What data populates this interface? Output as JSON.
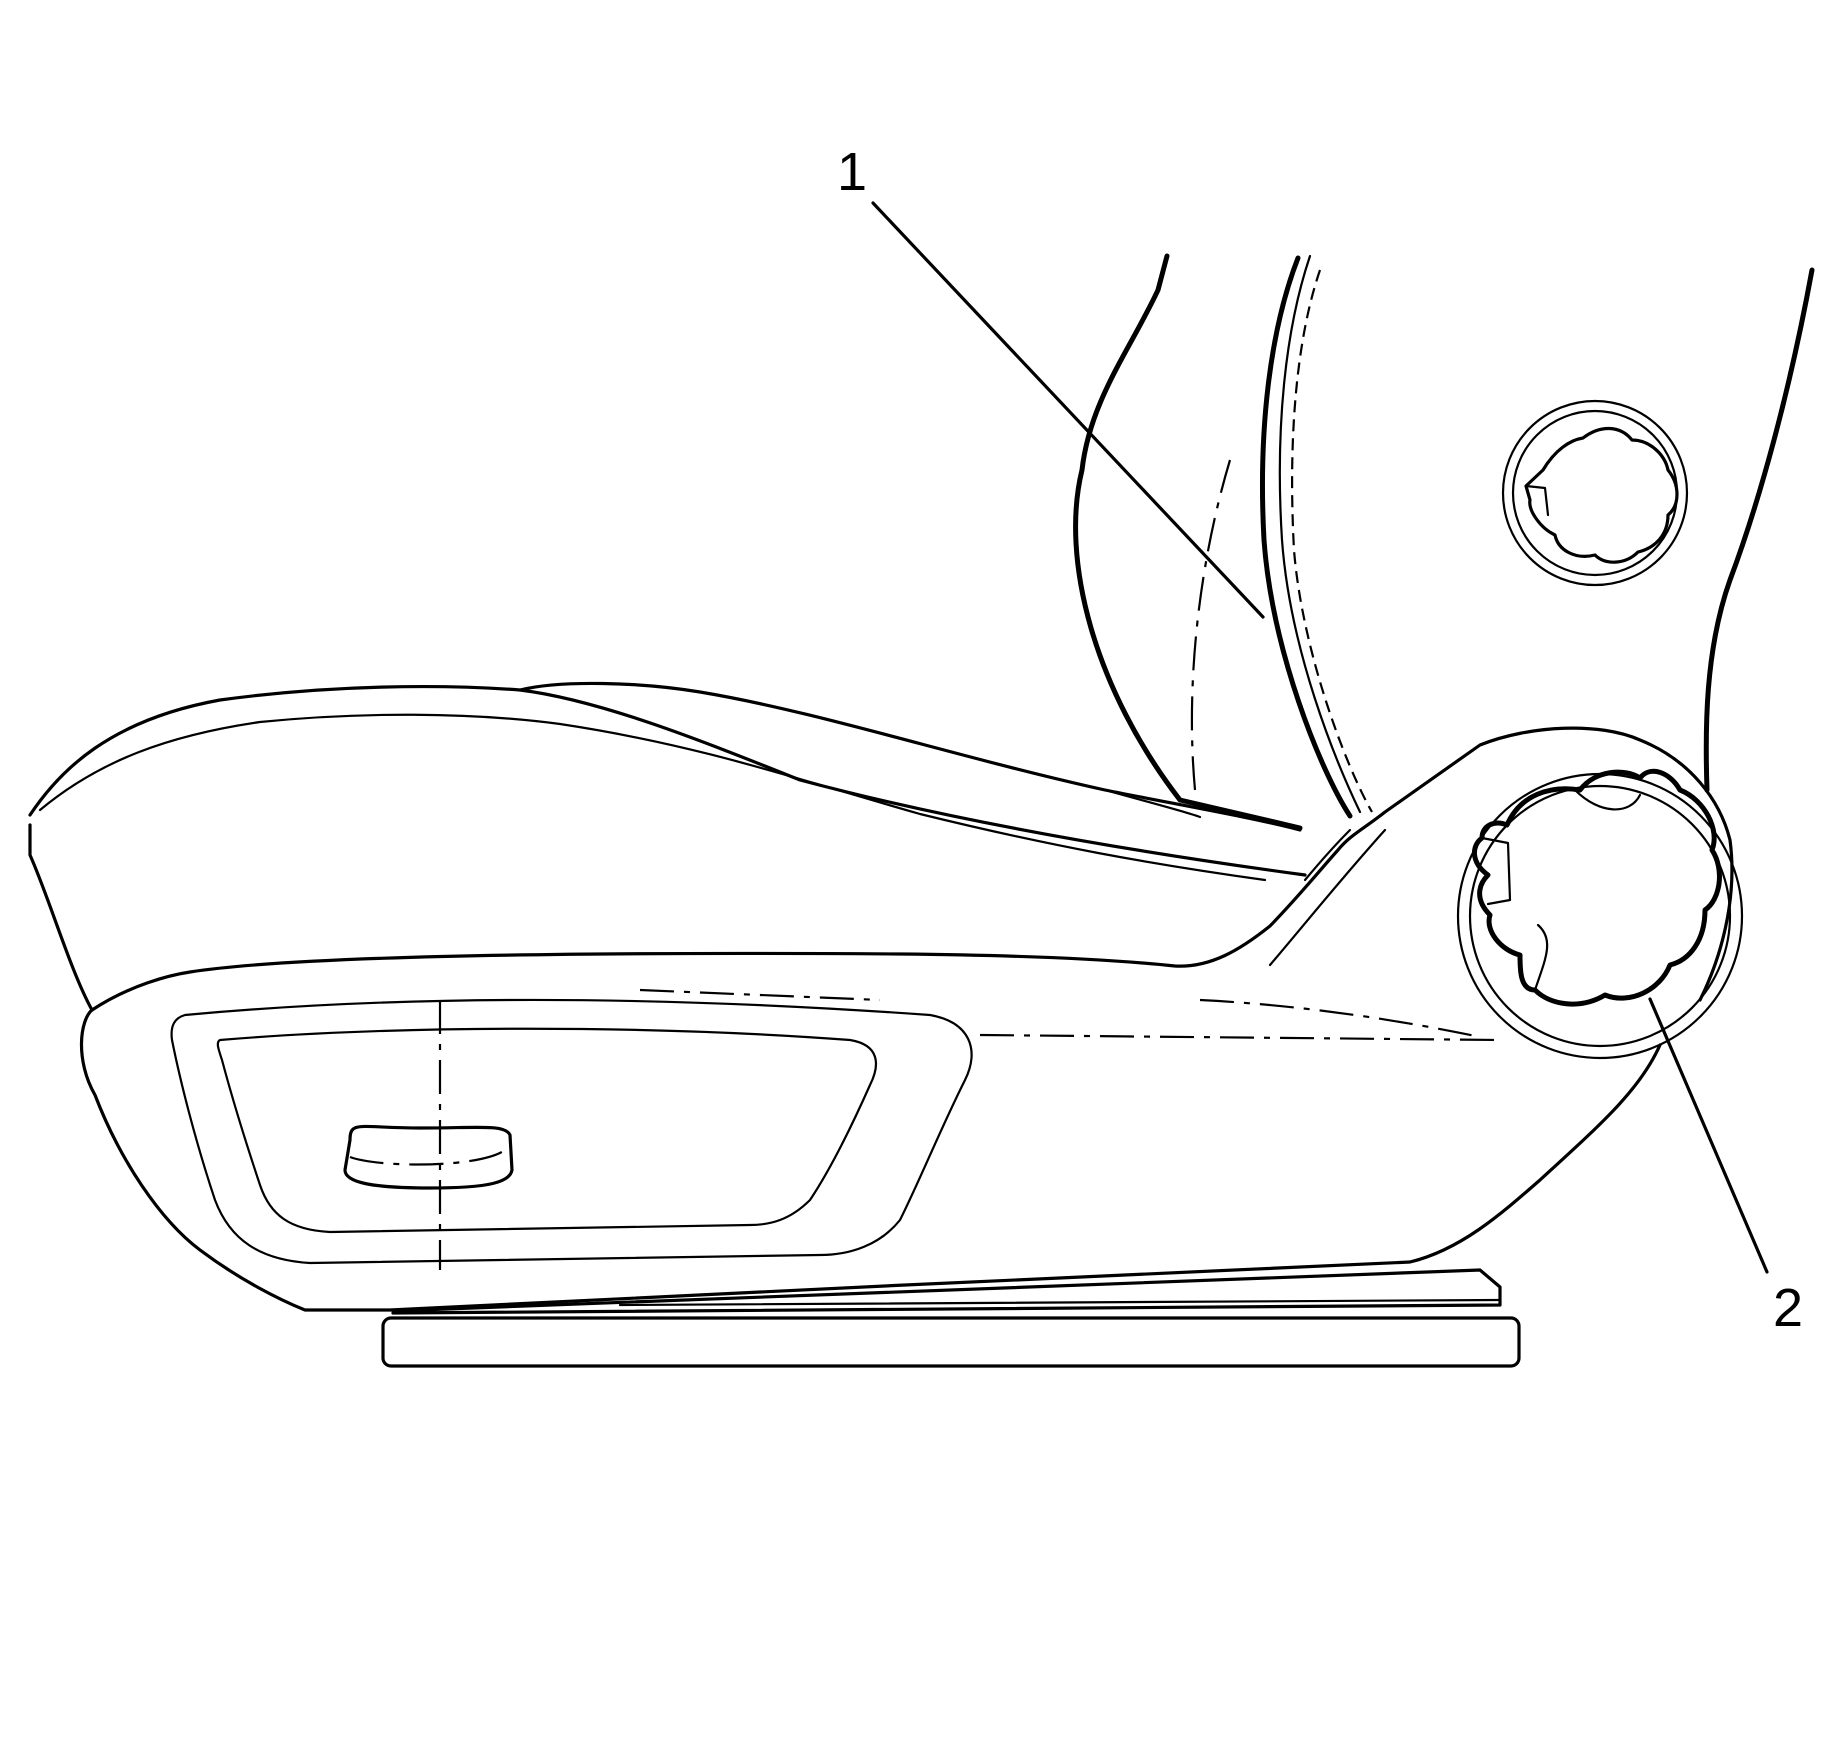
{
  "callouts": [
    {
      "id": "1",
      "label": "1"
    },
    {
      "id": "2",
      "label": "2"
    }
  ],
  "colors": {
    "line": "#000000",
    "background": "#ffffff"
  },
  "icons": [
    "seat-cushion",
    "seat-side-trim-panel",
    "recliner-knob",
    "recliner-hub",
    "seat-track"
  ]
}
